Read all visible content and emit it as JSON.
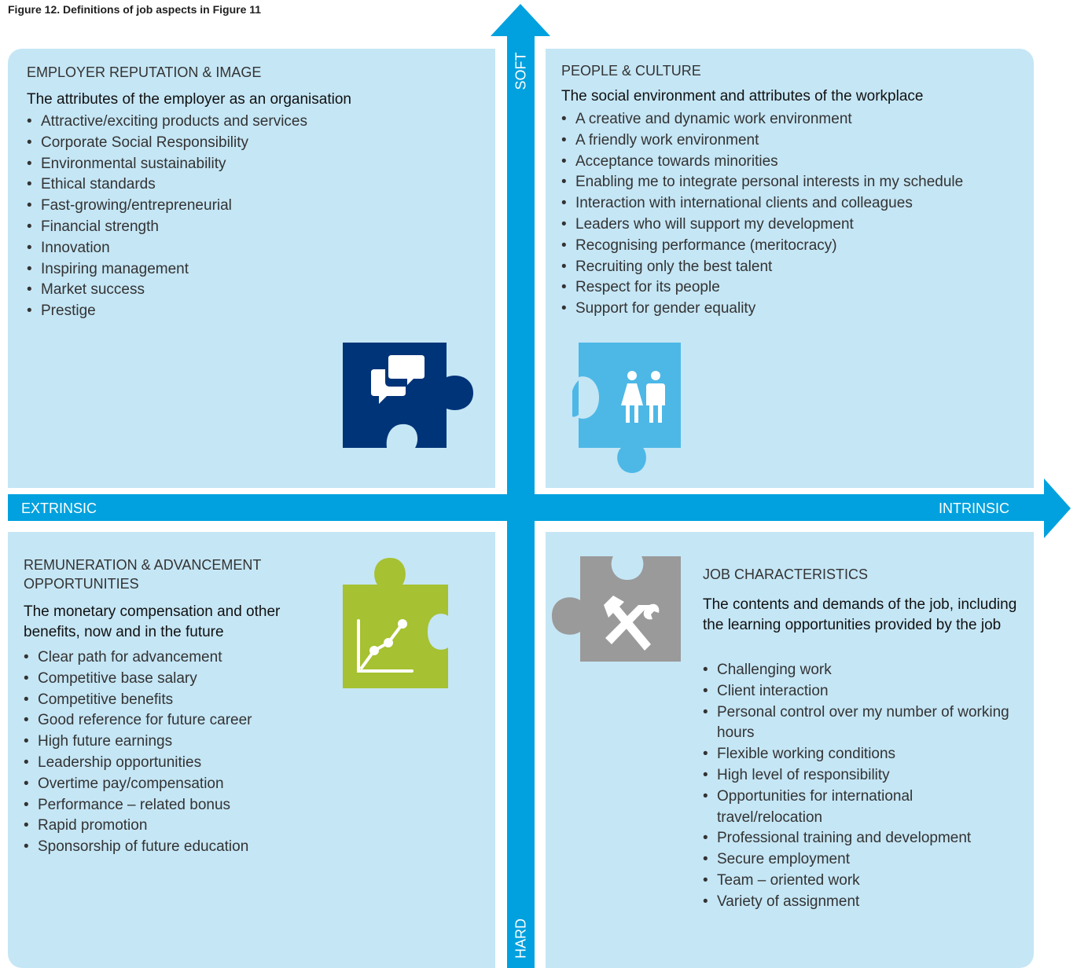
{
  "figure_title": "Figure 12. Definitions of job aspects in Figure 11",
  "axes": {
    "top": "SOFT",
    "bottom": "HARD",
    "left": "EXTRINSIC",
    "right": "INTRINSIC"
  },
  "colors": {
    "axis": "#00a1de",
    "quadrant_bg": "#c5e6f5",
    "puzzle_reputation": "#003478",
    "puzzle_people": "#4db8e6",
    "puzzle_remuneration": "#a6c131",
    "puzzle_job": "#9a9a9a"
  },
  "quadrants": {
    "top_left": {
      "category": "EMPLOYER REPUTATION & IMAGE",
      "subtitle": "The attributes of the employer as an organisation",
      "icon": "speech-bubbles-icon",
      "items": [
        "Attractive/exciting products and services",
        "Corporate Social Responsibility",
        "Environmental sustainability",
        "Ethical standards",
        "Fast-growing/entrepreneurial",
        "Financial strength",
        "Innovation",
        "Inspiring management",
        "Market success",
        "Prestige"
      ]
    },
    "top_right": {
      "category": "PEOPLE & CULTURE",
      "subtitle": "The social environment and attributes of the workplace",
      "icon": "people-icon",
      "items": [
        "A creative and dynamic work environment",
        "A friendly work environment",
        "Acceptance towards minorities",
        "Enabling me to integrate personal interests in my schedule",
        "Interaction with international clients and colleagues",
        "Leaders who will support my development",
        "Recognising performance (meritocracy)",
        "Recruiting only the best talent",
        "Respect for its people",
        "Support for gender equality"
      ]
    },
    "bottom_left": {
      "category": "REMUNERATION & ADVANCEMENT OPPORTUNITIES",
      "subtitle": "The monetary compensation and other benefits, now and in the future",
      "icon": "growth-chart-icon",
      "items": [
        "Clear path for advancement",
        "Competitive base salary",
        "Competitive benefits",
        "Good reference for future career",
        "High future earnings",
        "Leadership opportunities",
        "Overtime pay/compensation",
        "Performance – related bonus",
        "Rapid promotion",
        "Sponsorship of future education"
      ]
    },
    "bottom_right": {
      "category": "JOB CHARACTERISTICS",
      "subtitle": "The contents and demands of the job, including the learning opportunities provided by the job",
      "icon": "hammer-wrench-icon",
      "items": [
        "Challenging work",
        "Client interaction",
        "Personal control over my number of working hours",
        "Flexible working conditions",
        "High level of responsibility",
        "Opportunities for international travel/relocation",
        "Professional training and development",
        "Secure employment",
        "Team – oriented work",
        "Variety of assignment"
      ]
    }
  }
}
